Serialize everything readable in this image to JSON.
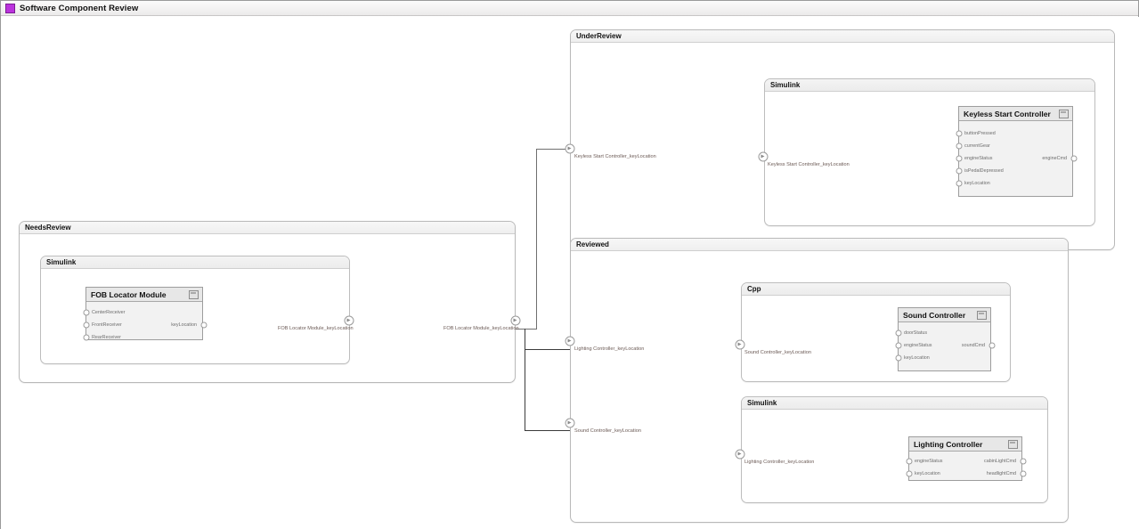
{
  "window": {
    "title": "Software Component Review",
    "icon": "purple-square-icon"
  },
  "groups": {
    "needs_review": {
      "label": "NeedsReview",
      "child": {
        "label": "Simulink"
      }
    },
    "under_review": {
      "label": "UnderReview",
      "child": {
        "label": "Simulink"
      }
    },
    "reviewed": {
      "label": "Reviewed",
      "children": [
        {
          "label": "Cpp"
        },
        {
          "label": "Simulink"
        }
      ]
    }
  },
  "blocks": {
    "fob_locator": {
      "title": "FOB Locator Module",
      "inputs": [
        "CenterReceiver",
        "FrontReceiver",
        "RearReceiver"
      ],
      "outputs": [
        "keyLocation"
      ]
    },
    "keyless_start": {
      "title": "Keyless Start Controller",
      "inputs": [
        "buttonPressed",
        "currentGear",
        "engineStatus",
        "isPedalDepressed",
        "keyLocation"
      ],
      "outputs": [
        "engineCmd"
      ]
    },
    "sound_controller": {
      "title": "Sound Controller",
      "inputs": [
        "doorStatus",
        "engineStatus",
        "keyLocation"
      ],
      "outputs": [
        "soundCmd"
      ]
    },
    "lighting_controller": {
      "title": "Lighting Controller",
      "inputs": [
        "engineStatus",
        "keyLocation"
      ],
      "outputs": [
        "cabinLightCmd",
        "headlightCmd"
      ]
    }
  },
  "interface_ports": {
    "simulink_fob_out": "FOB Locator Module_keyLocation",
    "needsreview_out": "FOB Locator Module_keyLocation",
    "underreview_in": "Keyless Start Controller_keyLocation",
    "underreview_simulink_in": "Keyless Start Controller_keyLocation",
    "reviewed_in_lighting": "Lighting Controller_keyLocation",
    "reviewed_in_sound": "Sound Controller_keyLocation",
    "cpp_in_sound": "Sound Controller_keyLocation",
    "simulink_in_lighting": "Lighting Controller_keyLocation"
  },
  "colors": {
    "accent": "#bb33dd",
    "wire": "#6f6f6f",
    "block_fill": "#f2f2f2",
    "block_header": "#e7e7e7"
  }
}
